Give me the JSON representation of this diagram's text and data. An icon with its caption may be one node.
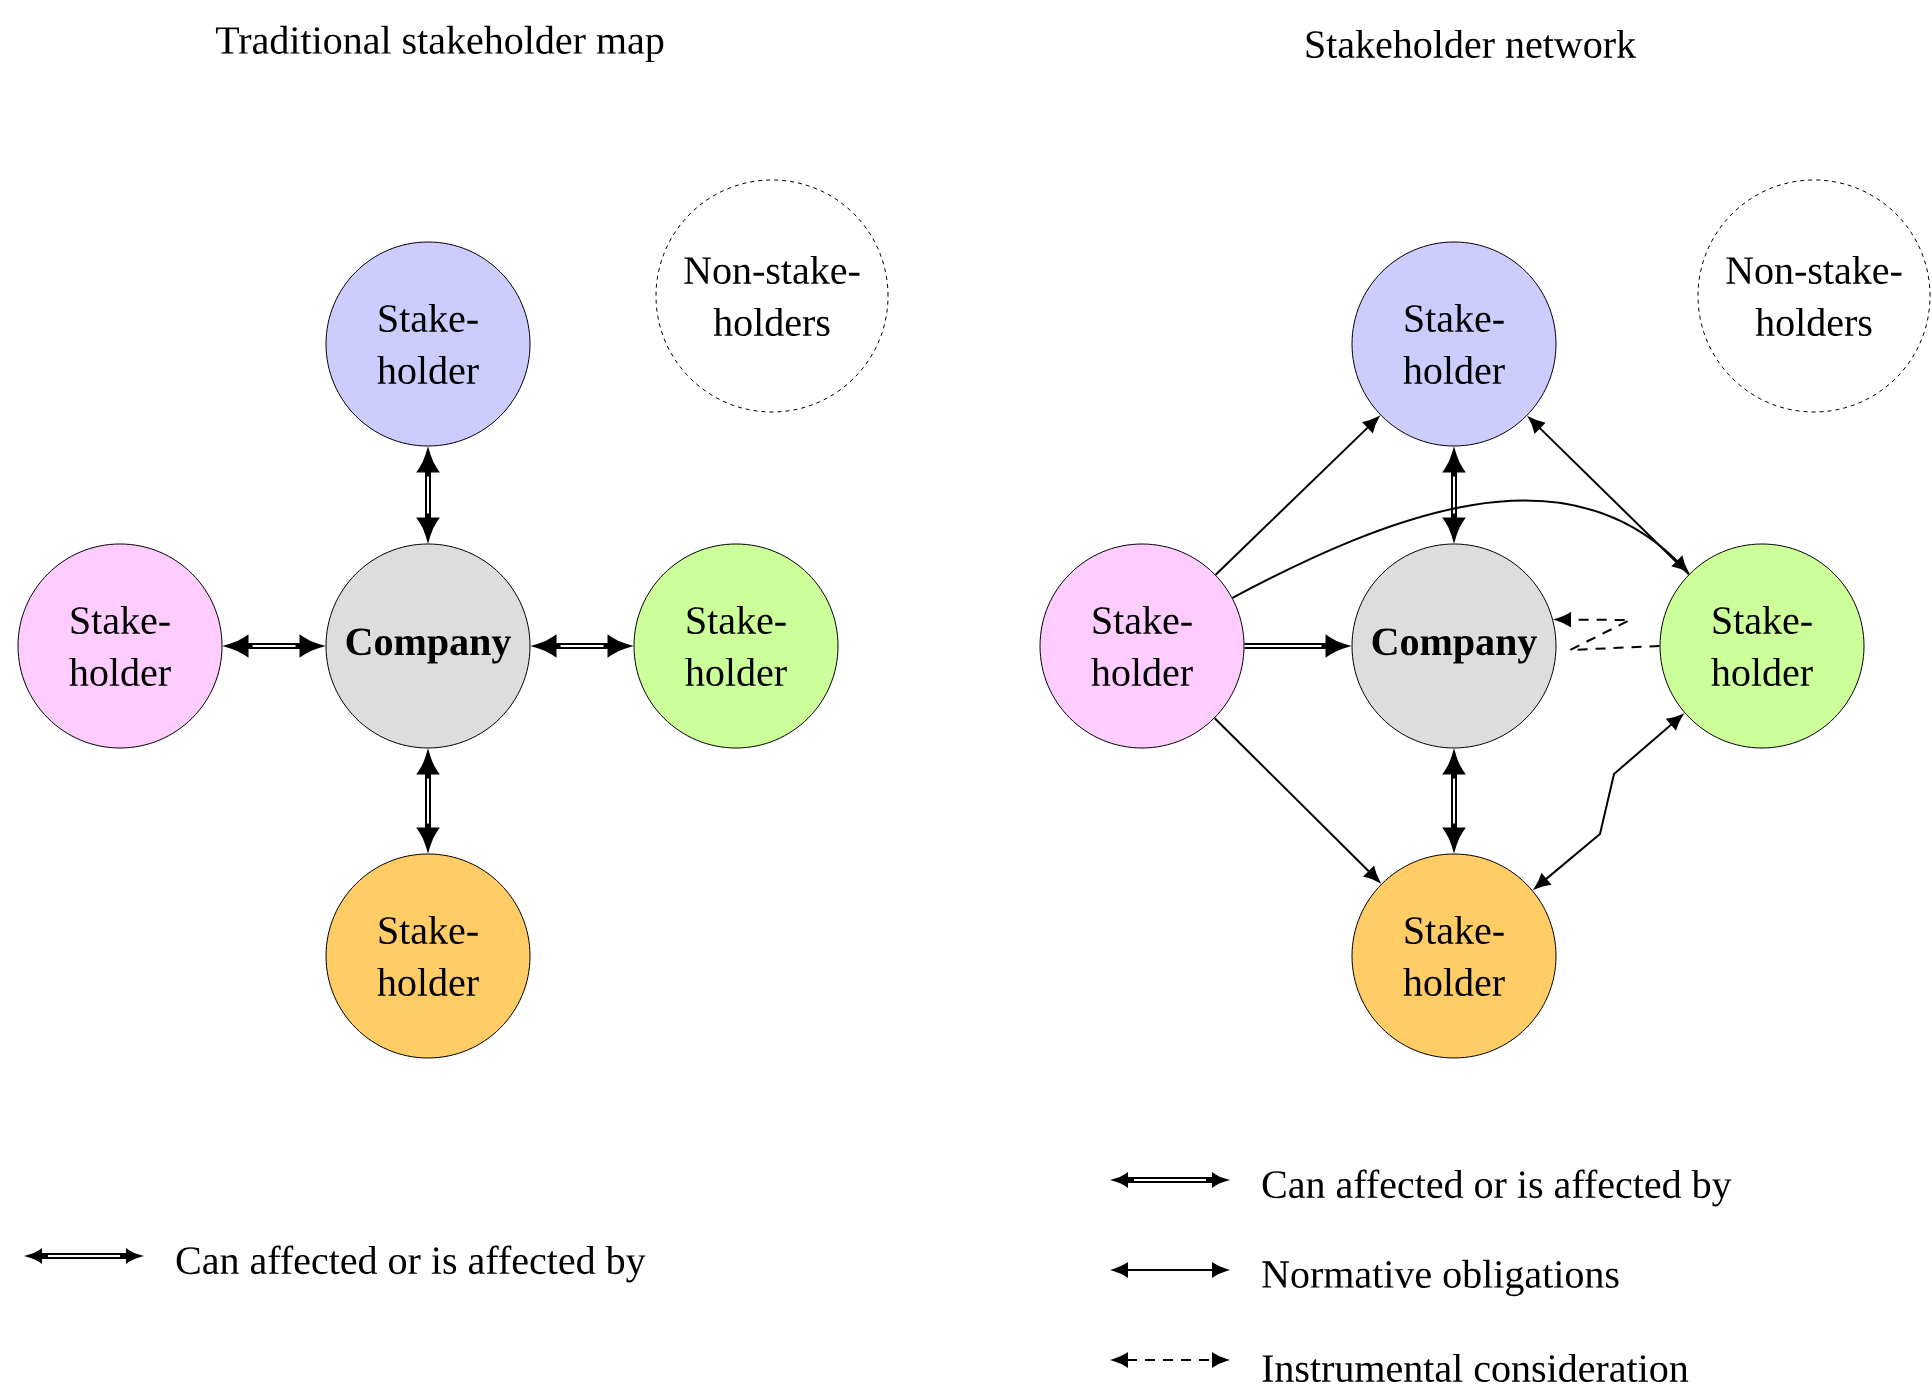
{
  "diagram": {
    "nodes": [
      {
        "text": [
          "Stake- holder"
        ]
      },
      {
        "text": [
          "Non-stake- holders"
        ]
      },
      {
        "text": [
          "Stake- holder"
        ]
      },
      {
        "text": [
          "Company"
        ]
      },
      {
        "text": [
          "Stake- holder"
        ]
      },
      {
        "text": [
          "Stake- holder"
        ]
      },
      {
        "text": [
          "Stake- holder"
        ]
      },
      {
        "text": [
          "Non-stake- holders"
        ]
      },
      {
        "text": [
          "Stake- holder"
        ]
      },
      {
        "text": [
          "Company"
        ]
      },
      {
        "text": [
          "Stake- holder"
        ]
      },
      {
        "text": [
          "Stake- holder"
        ]
      }
    ],
    "edges": [
      {
        "from": 0,
        "to": 3,
        "arrow": "both"
      },
      {
        "from": 2,
        "to": 3,
        "arrow": "both"
      },
      {
        "from": 3,
        "to": 4,
        "arrow": "both"
      },
      {
        "from": 3,
        "to": 5,
        "arrow": "both"
      },
      {
        "from": 6,
        "to": 9,
        "arrow": "both"
      },
      {
        "from": 8,
        "to": 9,
        "arrow": "to"
      },
      {
        "from": 9,
        "to": 11,
        "arrow": "both"
      },
      {
        "from": 8,
        "to": 6,
        "arrow": "to"
      },
      {
        "from": 8,
        "to": 10,
        "arrow": "to"
      },
      {
        "from": 10,
        "to": 6,
        "arrow": "to"
      },
      {
        "from": 8,
        "to": 11,
        "arrow": "to"
      },
      {
        "from": 10,
        "to": 11,
        "arrow": "both"
      },
      {
        "from": 10,
        "to": 9,
        "arrow": "to",
        "style": "dashed"
      }
    ],
    "labels": [
      "Traditional stakeholder map",
      "Stakeholder network"
    ],
    "legend": [
      {
        "text": "Can affected or is affected by"
      },
      {
        "text": "Can affected or is affected by"
      },
      {
        "text": "Normative obligations"
      },
      {
        "text": "Instrumental consideration"
      }
    ]
  }
}
